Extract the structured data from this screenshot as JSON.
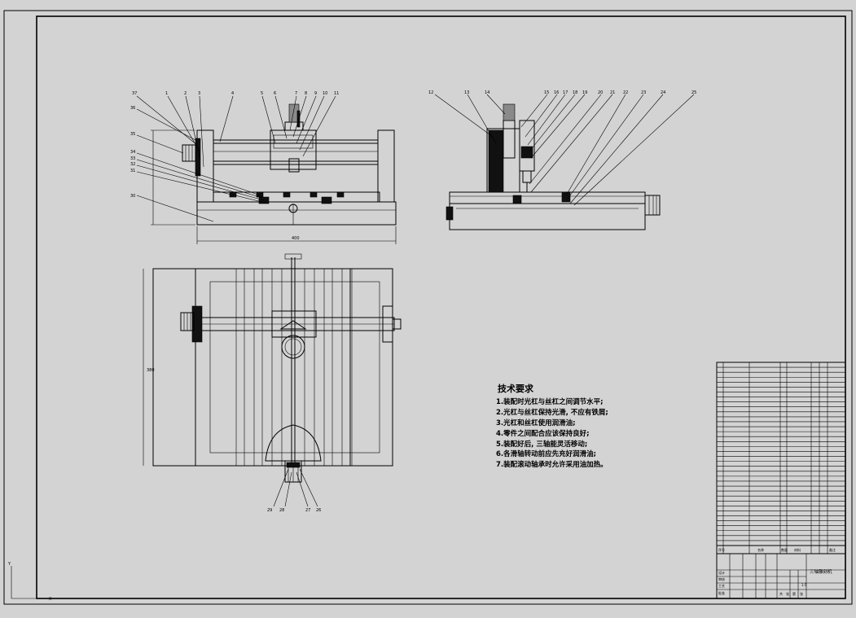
{
  "requirements": {
    "title": "技术要求",
    "items": [
      "1.装配时光杠与丝杠之间调节水平;",
      "2.光杠与丝杠保持光滑, 不应有铁屑;",
      "3.光杠和丝杠使用润滑油;",
      "4.零件之间配合应该保持良好;",
      "5.装配好后, 三轴能灵活移动;",
      "6.各滑轴转动前应先充好润滑油;",
      "7.装配滚动轴承时允许采用油加热。"
    ]
  },
  "front_view": {
    "part_labels": [
      "37",
      "1",
      "2",
      "3",
      "4",
      "5",
      "6",
      "7",
      "8",
      "9",
      "10",
      "11",
      "36",
      "35",
      "34",
      "33",
      "32",
      "31",
      "30"
    ],
    "dim_width": "400",
    "dim_height": ""
  },
  "side_view": {
    "part_labels": [
      "12",
      "13",
      "14",
      "15",
      "16",
      "17",
      "18",
      "19",
      "20",
      "21",
      "22",
      "23",
      "24",
      "25"
    ]
  },
  "top_view": {
    "part_labels": [
      "29",
      "28",
      "27",
      "26"
    ],
    "dim_height": "380"
  },
  "title_block": {
    "drawing_name": "三轴雕刻机",
    "scale": "1:5",
    "header_cols": [
      "序号",
      "名称",
      "数量",
      "材料",
      "备注"
    ],
    "sign_labels": [
      "设计",
      "审核",
      "工艺",
      "批准"
    ],
    "sheet_info": [
      "共",
      "张",
      "第",
      "张"
    ]
  },
  "corner_marks": {
    "x": "X",
    "y": "Y"
  }
}
